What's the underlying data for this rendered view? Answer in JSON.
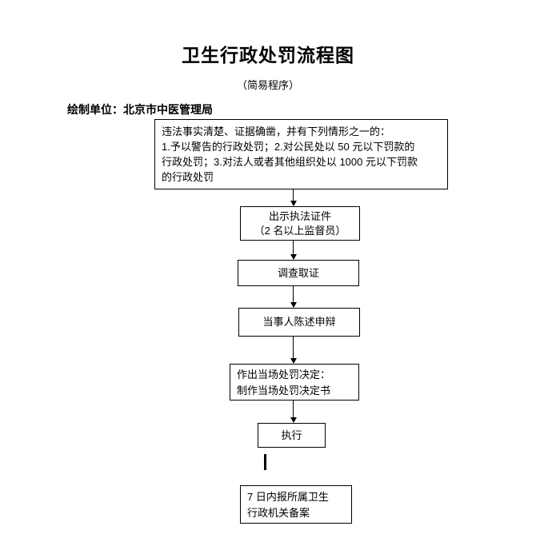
{
  "header": {
    "title": "卫生行政处罚流程图",
    "subtitle": "（简易程序）",
    "credit": "绘制单位：北京市中医管理局"
  },
  "flow": {
    "condition": {
      "lines": [
        "违法事实清楚、证据确凿，并有下列情形之一的：",
        "1.予以警告的行政处罚；2.对公民处以 50 元以下罚款的",
        "行政处罚；3.对法人或者其他组织处以 1000 元以下罚款",
        "的行政处罚"
      ]
    },
    "show_credentials": {
      "lines": [
        "出示执法证件",
        "（2 名以上监督员）"
      ]
    },
    "investigate": {
      "label": "调查取证"
    },
    "statement_defense": {
      "label": "当事人陈述申辩"
    },
    "onsite_decision": {
      "lines": [
        "作出当场处罚决定：",
        "制作当场处罚决定书"
      ]
    },
    "execute": {
      "label": "执行"
    },
    "filing": {
      "lines": [
        "7 日内报所属卫生",
        "行政机关备案"
      ]
    }
  }
}
